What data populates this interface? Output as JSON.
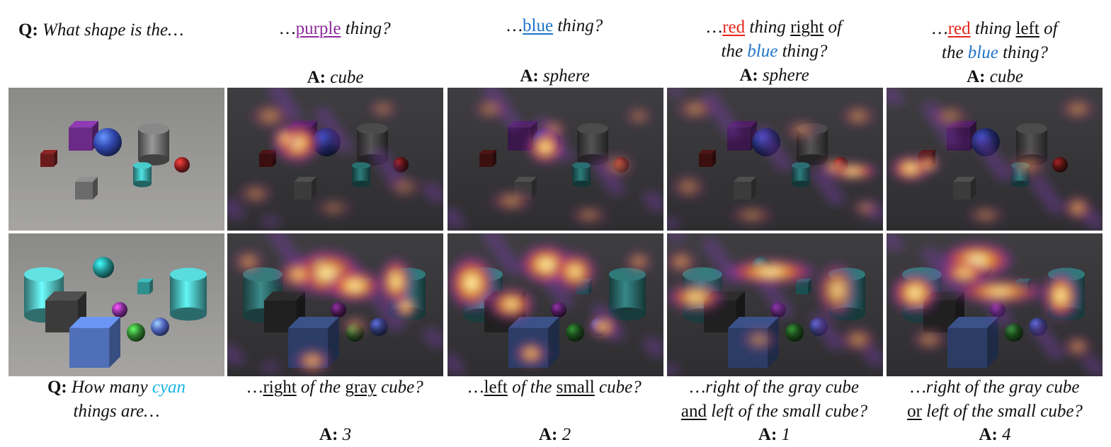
{
  "top": {
    "q_label": "Q:",
    "q_text": "What shape is the…",
    "col1": {
      "pre": "…",
      "colored": "purple",
      "post": " thing?",
      "a_label": "A:",
      "a": "cube"
    },
    "col2": {
      "pre": "…",
      "colored": "blue",
      "post": " thing?",
      "a_label": "A:",
      "a": "sphere"
    },
    "col3": {
      "pre": "…",
      "colored": "red",
      "w1": " thing ",
      "rel": "right",
      "w2": " of",
      "line2a": "the ",
      "blue": "blue",
      "line2b": " thing?",
      "a_label": "A:",
      "a": "sphere"
    },
    "col4": {
      "pre": "…",
      "colored": "red",
      "w1": " thing ",
      "rel": "left",
      "w2": " of",
      "line2a": "the ",
      "blue": "blue",
      "line2b": " thing?",
      "a_label": "A:",
      "a": "cube"
    }
  },
  "bottom": {
    "q_label": "Q:",
    "q_text1": " How many ",
    "q_cyan": "cyan",
    "q_text2": "things are…",
    "col1": {
      "pre": "…",
      "u1": "right",
      "mid": " of the ",
      "u2": "gray",
      "post": " cube?",
      "a_label": "A:",
      "a": "3"
    },
    "col2": {
      "pre": "…",
      "u1": "left",
      "mid": " of the ",
      "u2": "small",
      "post": " cube?",
      "a_label": "A:",
      "a": "2"
    },
    "col3": {
      "line1": "…right of the gray cube",
      "u": "and",
      "line2": " left of the small cube?",
      "a_label": "A:",
      "a": "1"
    },
    "col4": {
      "line1": "…right of the gray cube",
      "u": "or",
      "line2": " left of the small cube?",
      "a_label": "A:",
      "a": "4"
    }
  },
  "colors": {
    "purple": "#8c2a99",
    "blue": "#1f74c9",
    "red": "#e8231b",
    "cyan": "#19b6e6"
  }
}
